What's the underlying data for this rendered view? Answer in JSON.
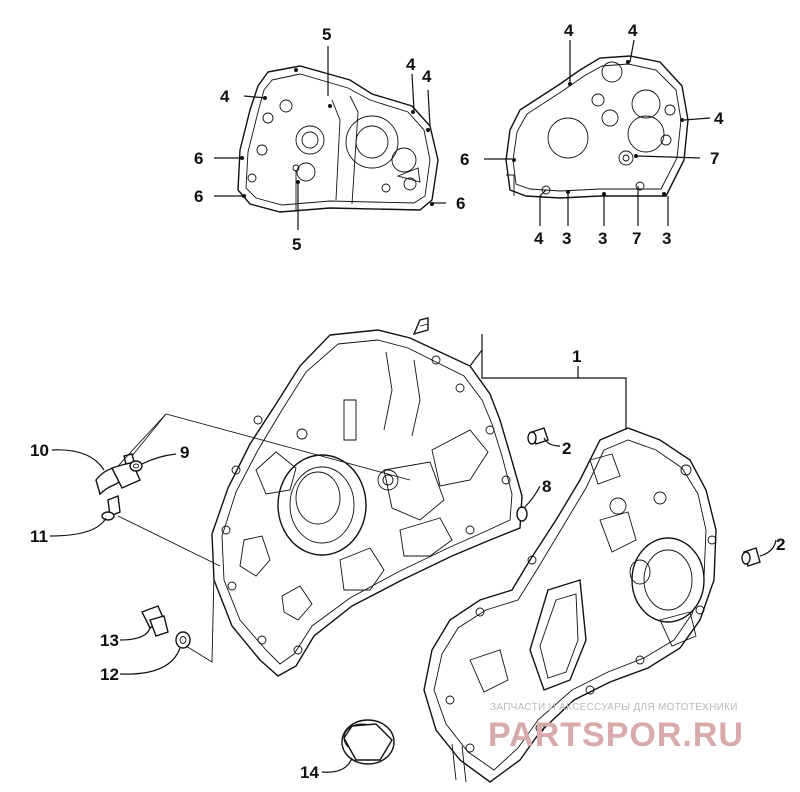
{
  "callouts": {
    "c1": "1",
    "c2a": "2",
    "c2b": "2",
    "c3a": "3",
    "c3b": "3",
    "c3c": "3",
    "c4a": "4",
    "c4b": "4",
    "c4c": "4",
    "c4d": "4",
    "c4e": "4",
    "c4f": "4",
    "c4g": "4",
    "c5a": "5",
    "c5b": "5",
    "c6a": "6",
    "c6b": "6",
    "c6c": "6",
    "c6d": "6",
    "c7a": "7",
    "c7b": "7",
    "c8": "8",
    "c9": "9",
    "c10": "10",
    "c11": "11",
    "c12": "12",
    "c13": "13",
    "c14": "14"
  },
  "watermark": {
    "tagline": "ЗАПЧАСТИ И АКСЕССУАРЫ ДЛЯ МОТОТЕХНИКИ",
    "brand": "PARTSPOR.RU"
  },
  "colors": {
    "ink": "#111111",
    "watermark_text": "#b9b9b9",
    "watermark_brand": "#d9aaaa"
  }
}
